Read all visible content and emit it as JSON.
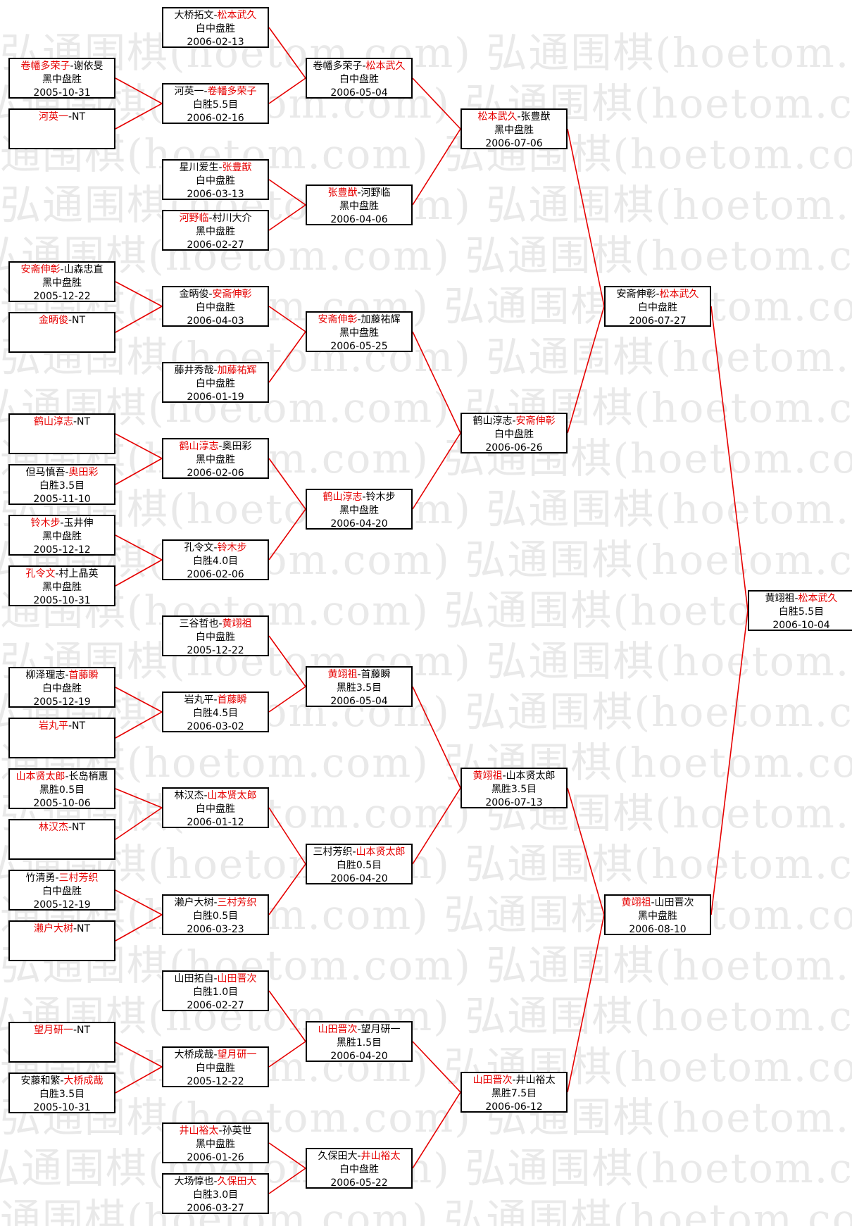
{
  "watermark": "弘通围棋(hoetom.com)",
  "colors": {
    "winner": "#e60000",
    "text": "#000000",
    "connector": "#e60000",
    "border": "#000000",
    "watermark": "#e9e9e9"
  },
  "rounds": [
    {
      "name": "round-1",
      "matches": [
        {
          "id": "r1m1",
          "players": [
            {
              "name": "卷幡多荣子",
              "win": true
            },
            {
              "name": "谢依旻",
              "win": false
            }
          ],
          "result": "黑中盘胜",
          "date": "2005-10-31"
        },
        {
          "id": "r1m2",
          "players": [
            {
              "name": "河英一",
              "win": true
            },
            {
              "name": "NT",
              "win": false
            }
          ],
          "result": "",
          "date": ""
        },
        {
          "id": "r1m3",
          "players": [
            {
              "name": "安斋伸彰",
              "win": true
            },
            {
              "name": "山森忠直",
              "win": false
            }
          ],
          "result": "黑中盘胜",
          "date": "2005-12-22"
        },
        {
          "id": "r1m4",
          "players": [
            {
              "name": "金昞俊",
              "win": true
            },
            {
              "name": "NT",
              "win": false
            }
          ],
          "result": "",
          "date": ""
        },
        {
          "id": "r1m5",
          "players": [
            {
              "name": "鹤山淳志",
              "win": true
            },
            {
              "name": "NT",
              "win": false
            }
          ],
          "result": "",
          "date": ""
        },
        {
          "id": "r1m6",
          "players": [
            {
              "name": "但马慎吾",
              "win": false
            },
            {
              "name": "奥田彩",
              "win": true
            }
          ],
          "result": "白胜3.5目",
          "date": "2005-11-10"
        },
        {
          "id": "r1m7",
          "players": [
            {
              "name": "铃木步",
              "win": true
            },
            {
              "name": "玉井伸",
              "win": false
            }
          ],
          "result": "黑中盘胜",
          "date": "2005-12-12"
        },
        {
          "id": "r1m8",
          "players": [
            {
              "name": "孔令文",
              "win": true
            },
            {
              "name": "村上晶英",
              "win": false
            }
          ],
          "result": "黑中盘胜",
          "date": "2005-10-31"
        },
        {
          "id": "r1m9",
          "players": [
            {
              "name": "柳泽理志",
              "win": false
            },
            {
              "name": "首藤瞬",
              "win": true
            }
          ],
          "result": "白中盘胜",
          "date": "2005-12-19"
        },
        {
          "id": "r1m10",
          "players": [
            {
              "name": "岩丸平",
              "win": true
            },
            {
              "name": "NT",
              "win": false
            }
          ],
          "result": "",
          "date": ""
        },
        {
          "id": "r1m11",
          "players": [
            {
              "name": "山本贤太郎",
              "win": true
            },
            {
              "name": "长岛梢惠",
              "win": false
            }
          ],
          "result": "黑胜0.5目",
          "date": "2005-10-06"
        },
        {
          "id": "r1m12",
          "players": [
            {
              "name": "林汉杰",
              "win": true
            },
            {
              "name": "NT",
              "win": false
            }
          ],
          "result": "",
          "date": ""
        },
        {
          "id": "r1m13",
          "players": [
            {
              "name": "竹清勇",
              "win": false
            },
            {
              "name": "三村芳织",
              "win": true
            }
          ],
          "result": "白中盘胜",
          "date": "2005-12-19"
        },
        {
          "id": "r1m14",
          "players": [
            {
              "name": "濑户大树",
              "win": true
            },
            {
              "name": "NT",
              "win": false
            }
          ],
          "result": "",
          "date": ""
        },
        {
          "id": "r1m15",
          "players": [
            {
              "name": "望月研一",
              "win": true
            },
            {
              "name": "NT",
              "win": false
            }
          ],
          "result": "",
          "date": ""
        },
        {
          "id": "r1m16",
          "players": [
            {
              "name": "安藤和繁",
              "win": false
            },
            {
              "name": "大桥成哉",
              "win": true
            }
          ],
          "result": "白胜3.5目",
          "date": "2005-10-31"
        }
      ]
    },
    {
      "name": "round-2",
      "matches": [
        {
          "id": "r2m1",
          "players": [
            {
              "name": "大桥拓文",
              "win": false
            },
            {
              "name": "松本武久",
              "win": true
            }
          ],
          "result": "白中盘胜",
          "date": "2006-02-13"
        },
        {
          "id": "r2m2",
          "players": [
            {
              "name": "河英一",
              "win": false
            },
            {
              "name": "卷幡多荣子",
              "win": true
            }
          ],
          "result": "白胜5.5目",
          "date": "2006-02-16"
        },
        {
          "id": "r2m3",
          "players": [
            {
              "name": "星川爱生",
              "win": false
            },
            {
              "name": "张豊猷",
              "win": true
            }
          ],
          "result": "白中盘胜",
          "date": "2006-03-13"
        },
        {
          "id": "r2m4",
          "players": [
            {
              "name": "河野临",
              "win": true
            },
            {
              "name": "村川大介",
              "win": false
            }
          ],
          "result": "黑中盘胜",
          "date": "2006-02-27"
        },
        {
          "id": "r2m5",
          "players": [
            {
              "name": "金昞俊",
              "win": false
            },
            {
              "name": "安斋伸彰",
              "win": true
            }
          ],
          "result": "白中盘胜",
          "date": "2006-04-03"
        },
        {
          "id": "r2m6",
          "players": [
            {
              "name": "藤井秀哉",
              "win": false
            },
            {
              "name": "加藤祐辉",
              "win": true
            }
          ],
          "result": "白中盘胜",
          "date": "2006-01-19"
        },
        {
          "id": "r2m7",
          "players": [
            {
              "name": "鹤山淳志",
              "win": true
            },
            {
              "name": "奥田彩",
              "win": false
            }
          ],
          "result": "黑中盘胜",
          "date": "2006-02-06"
        },
        {
          "id": "r2m8",
          "players": [
            {
              "name": "孔令文",
              "win": false
            },
            {
              "name": "铃木步",
              "win": true
            }
          ],
          "result": "白胜4.0目",
          "date": "2006-02-06"
        },
        {
          "id": "r2m9",
          "players": [
            {
              "name": "三谷哲也",
              "win": false
            },
            {
              "name": "黄翊祖",
              "win": true
            }
          ],
          "result": "白中盘胜",
          "date": "2005-12-22"
        },
        {
          "id": "r2m10",
          "players": [
            {
              "name": "岩丸平",
              "win": false
            },
            {
              "name": "首藤瞬",
              "win": true
            }
          ],
          "result": "白胜4.5目",
          "date": "2006-03-02"
        },
        {
          "id": "r2m11",
          "players": [
            {
              "name": "林汉杰",
              "win": false
            },
            {
              "name": "山本贤太郎",
              "win": true
            }
          ],
          "result": "白中盘胜",
          "date": "2006-01-12"
        },
        {
          "id": "r2m12",
          "players": [
            {
              "name": "濑户大树",
              "win": false
            },
            {
              "name": "三村芳织",
              "win": true
            }
          ],
          "result": "白胜0.5目",
          "date": "2006-03-23"
        },
        {
          "id": "r2m13",
          "players": [
            {
              "name": "山田拓自",
              "win": false
            },
            {
              "name": "山田晋次",
              "win": true
            }
          ],
          "result": "白胜1.0目",
          "date": "2006-02-27"
        },
        {
          "id": "r2m14",
          "players": [
            {
              "name": "大桥成哉",
              "win": false
            },
            {
              "name": "望月研一",
              "win": true
            }
          ],
          "result": "白中盘胜",
          "date": "2005-12-22"
        },
        {
          "id": "r2m15",
          "players": [
            {
              "name": "井山裕太",
              "win": true
            },
            {
              "name": "孙英世",
              "win": false
            }
          ],
          "result": "黑中盘胜",
          "date": "2006-01-26"
        },
        {
          "id": "r2m16",
          "players": [
            {
              "name": "大场惇也",
              "win": false
            },
            {
              "name": "久保田大",
              "win": true
            }
          ],
          "result": "白胜3.0目",
          "date": "2006-03-27"
        }
      ]
    },
    {
      "name": "round-3",
      "matches": [
        {
          "id": "r3m1",
          "players": [
            {
              "name": "卷幡多荣子",
              "win": false
            },
            {
              "name": "松本武久",
              "win": true
            }
          ],
          "result": "白中盘胜",
          "date": "2006-05-04"
        },
        {
          "id": "r3m2",
          "players": [
            {
              "name": "张豊猷",
              "win": true
            },
            {
              "name": "河野临",
              "win": false
            }
          ],
          "result": "黑中盘胜",
          "date": "2006-04-06"
        },
        {
          "id": "r3m3",
          "players": [
            {
              "name": "安斋伸彰",
              "win": true
            },
            {
              "name": "加藤祐辉",
              "win": false
            }
          ],
          "result": "黑中盘胜",
          "date": "2006-05-25"
        },
        {
          "id": "r3m4",
          "players": [
            {
              "name": "鹤山淳志",
              "win": true
            },
            {
              "name": "铃木步",
              "win": false
            }
          ],
          "result": "黑中盘胜",
          "date": "2006-04-20"
        },
        {
          "id": "r3m5",
          "players": [
            {
              "name": "黄翊祖",
              "win": true
            },
            {
              "name": "首藤瞬",
              "win": false
            }
          ],
          "result": "黑胜3.5目",
          "date": "2006-05-04"
        },
        {
          "id": "r3m6",
          "players": [
            {
              "name": "三村芳织",
              "win": false
            },
            {
              "name": "山本贤太郎",
              "win": true
            }
          ],
          "result": "白胜0.5目",
          "date": "2006-04-20"
        },
        {
          "id": "r3m7",
          "players": [
            {
              "name": "山田晋次",
              "win": true
            },
            {
              "name": "望月研一",
              "win": false
            }
          ],
          "result": "黑胜1.5目",
          "date": "2006-04-20"
        },
        {
          "id": "r3m8",
          "players": [
            {
              "name": "久保田大",
              "win": false
            },
            {
              "name": "井山裕太",
              "win": true
            }
          ],
          "result": "白中盘胜",
          "date": "2006-05-22"
        }
      ]
    },
    {
      "name": "round-4",
      "matches": [
        {
          "id": "r4m1",
          "players": [
            {
              "name": "松本武久",
              "win": true
            },
            {
              "name": "张豊猷",
              "win": false
            }
          ],
          "result": "黑中盘胜",
          "date": "2006-07-06"
        },
        {
          "id": "r4m2",
          "players": [
            {
              "name": "鹤山淳志",
              "win": false
            },
            {
              "name": "安斋伸彰",
              "win": true
            }
          ],
          "result": "白中盘胜",
          "date": "2006-06-26"
        },
        {
          "id": "r4m3",
          "players": [
            {
              "name": "黄翊祖",
              "win": true
            },
            {
              "name": "山本贤太郎",
              "win": false
            }
          ],
          "result": "黑胜3.5目",
          "date": "2006-07-13"
        },
        {
          "id": "r4m4",
          "players": [
            {
              "name": "山田晋次",
              "win": true
            },
            {
              "name": "井山裕太",
              "win": false
            }
          ],
          "result": "黑胜7.5目",
          "date": "2006-06-12"
        }
      ]
    },
    {
      "name": "round-5",
      "matches": [
        {
          "id": "r5m1",
          "players": [
            {
              "name": "安斋伸彰",
              "win": false
            },
            {
              "name": "松本武久",
              "win": true
            }
          ],
          "result": "白中盘胜",
          "date": "2006-07-27"
        },
        {
          "id": "r5m2",
          "players": [
            {
              "name": "黄翊祖",
              "win": true
            },
            {
              "name": "山田晋次",
              "win": false
            }
          ],
          "result": "黑中盘胜",
          "date": "2006-08-10"
        }
      ]
    },
    {
      "name": "final",
      "matches": [
        {
          "id": "r6m1",
          "players": [
            {
              "name": "黄翊祖",
              "win": false
            },
            {
              "name": "松本武久",
              "win": true
            }
          ],
          "result": "白胜5.5目",
          "date": "2006-10-04"
        }
      ]
    }
  ],
  "connections": [
    [
      "r1m1",
      "r2m2"
    ],
    [
      "r1m2",
      "r2m2"
    ],
    [
      "r2m1",
      "r3m1"
    ],
    [
      "r2m2",
      "r3m1"
    ],
    [
      "r2m3",
      "r3m2"
    ],
    [
      "r2m4",
      "r3m2"
    ],
    [
      "r1m3",
      "r2m5"
    ],
    [
      "r1m4",
      "r2m5"
    ],
    [
      "r2m5",
      "r3m3"
    ],
    [
      "r2m6",
      "r3m3"
    ],
    [
      "r1m5",
      "r2m7"
    ],
    [
      "r1m6",
      "r2m7"
    ],
    [
      "r1m7",
      "r2m8"
    ],
    [
      "r1m8",
      "r2m8"
    ],
    [
      "r2m7",
      "r3m4"
    ],
    [
      "r2m8",
      "r3m4"
    ],
    [
      "r1m9",
      "r2m10"
    ],
    [
      "r1m10",
      "r2m10"
    ],
    [
      "r2m9",
      "r3m5"
    ],
    [
      "r2m10",
      "r3m5"
    ],
    [
      "r1m11",
      "r2m11"
    ],
    [
      "r1m12",
      "r2m11"
    ],
    [
      "r1m13",
      "r2m12"
    ],
    [
      "r1m14",
      "r2m12"
    ],
    [
      "r2m11",
      "r3m6"
    ],
    [
      "r2m12",
      "r3m6"
    ],
    [
      "r1m15",
      "r2m14"
    ],
    [
      "r1m16",
      "r2m14"
    ],
    [
      "r2m13",
      "r3m7"
    ],
    [
      "r2m14",
      "r3m7"
    ],
    [
      "r2m15",
      "r3m8"
    ],
    [
      "r2m16",
      "r3m8"
    ],
    [
      "r3m1",
      "r4m1"
    ],
    [
      "r3m2",
      "r4m1"
    ],
    [
      "r3m3",
      "r4m2"
    ],
    [
      "r3m4",
      "r4m2"
    ],
    [
      "r3m5",
      "r4m3"
    ],
    [
      "r3m6",
      "r4m3"
    ],
    [
      "r3m7",
      "r4m4"
    ],
    [
      "r3m8",
      "r4m4"
    ],
    [
      "r4m1",
      "r5m1"
    ],
    [
      "r4m2",
      "r5m1"
    ],
    [
      "r4m3",
      "r5m2"
    ],
    [
      "r4m4",
      "r5m2"
    ],
    [
      "r5m1",
      "r6m1"
    ],
    [
      "r5m2",
      "r6m1"
    ]
  ]
}
